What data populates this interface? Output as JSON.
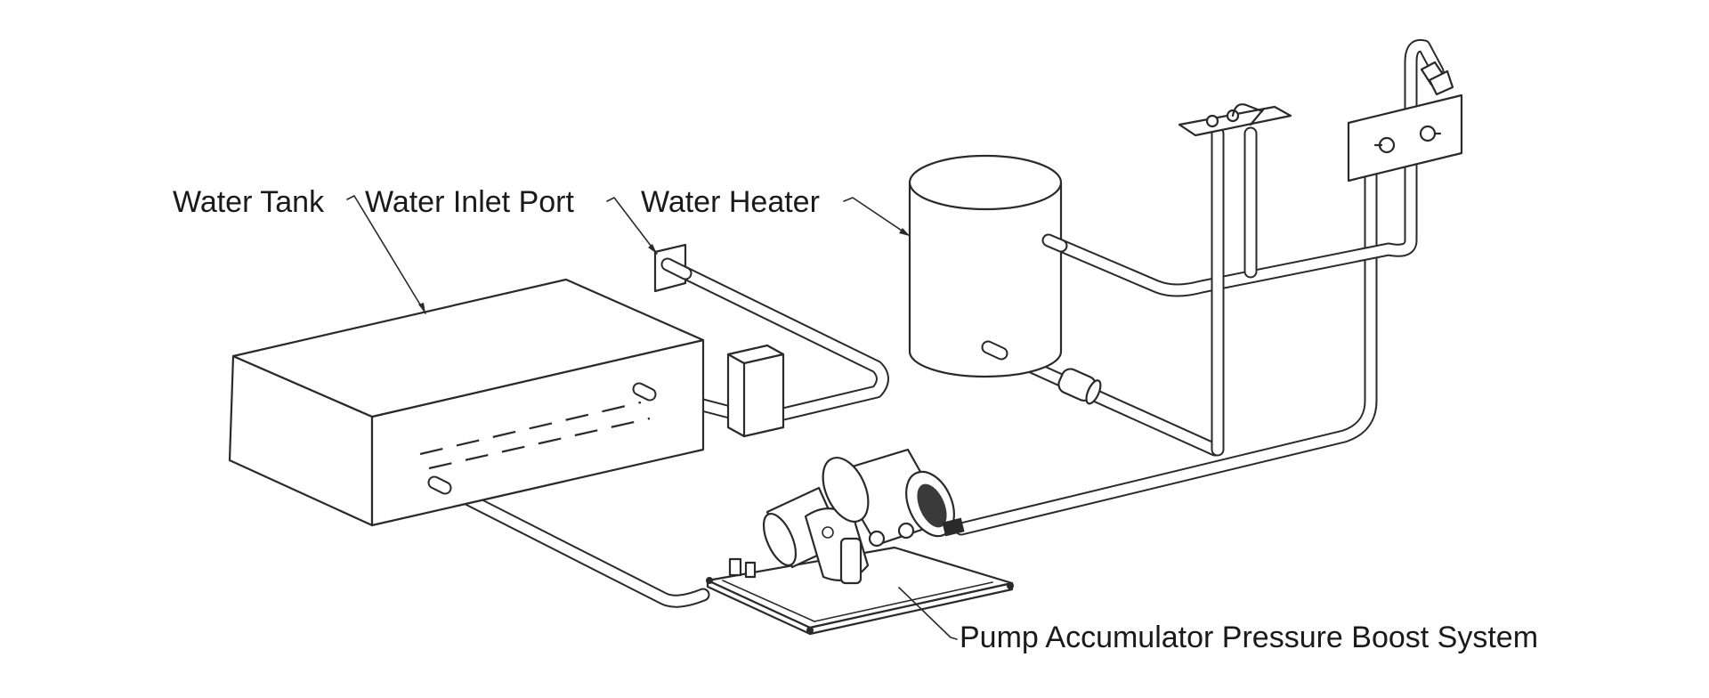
{
  "diagram": {
    "title": "RV water system with pump accumulator pressure boost",
    "labels": {
      "water_tank": "Water Tank",
      "water_inlet_port": "Water Inlet Port",
      "water_heater": "Water Heater",
      "pump_system": "Pump Accumulator Pressure Boost System"
    },
    "components": [
      {
        "id": "water-tank",
        "icon": "tank-box"
      },
      {
        "id": "water-inlet-port",
        "icon": "wall-plate"
      },
      {
        "id": "filter-box",
        "icon": "small-box"
      },
      {
        "id": "water-heater",
        "icon": "cylinder"
      },
      {
        "id": "check-valve",
        "icon": "inline-valve"
      },
      {
        "id": "sink-faucet",
        "icon": "faucet-plate"
      },
      {
        "id": "shower-panel",
        "icon": "shower-head-panel"
      },
      {
        "id": "pump-accumulator",
        "icon": "pump-on-base"
      }
    ],
    "colors": {
      "line": "#2a2a2a",
      "background": "#ffffff",
      "text": "#1a1a1a"
    }
  }
}
